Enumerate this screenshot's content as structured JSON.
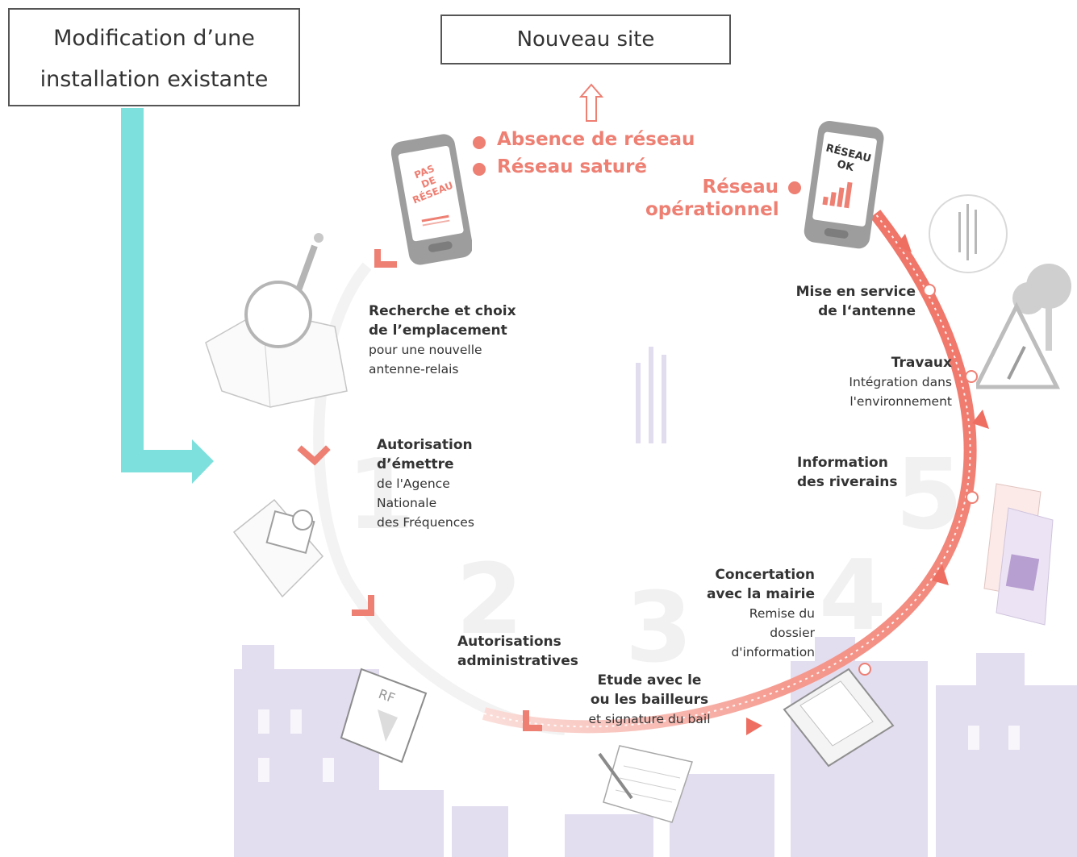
{
  "boxes": {
    "modification_line1": "Modification d’une",
    "modification_line2": "installation existante",
    "new_site": "Nouveau site"
  },
  "phone_left": {
    "screen_line1": "PAS",
    "screen_line2": "DE",
    "screen_line3": "RÉSEAU"
  },
  "phone_right": {
    "screen_line1": "RÉSEAU",
    "screen_line2": "OK"
  },
  "conditions": {
    "absence": "Absence de réseau",
    "sature": "Réseau saturé",
    "operationnel_line1": "Réseau",
    "operationnel_line2": "opérationnel"
  },
  "steps": {
    "recherche": {
      "title_line1": "Recherche et choix",
      "title_line2": "de l’emplacement",
      "desc_line1": "pour une nouvelle",
      "desc_line2": "antenne-relais"
    },
    "autorisation_emettre": {
      "title_line1": "Autorisation",
      "title_line2": "d’émettre",
      "desc_line1": "de l'Agence",
      "desc_line2": "Nationale",
      "desc_line3": "des Fréquences"
    },
    "autorisations_admin": {
      "title_line1": "Autorisations",
      "title_line2": "administratives"
    },
    "etude": {
      "title_line1": "Etude avec le",
      "title_line2": "ou les bailleurs",
      "desc_line1": "et signature du bail"
    },
    "concertation": {
      "title_line1": "Concertation",
      "title_line2": "avec la mairie",
      "desc_line1": "Remise du",
      "desc_line2": "dossier",
      "desc_line3": "d'information"
    },
    "information": {
      "title_line1": "Information",
      "title_line2": "des riverains"
    },
    "travaux": {
      "title_line1": "Travaux",
      "desc_line1": "Intégration dans",
      "desc_line2": "l'environnement"
    },
    "mise_en_service": {
      "title_line1": "Mise en service",
      "title_line2": "de l‘antenne"
    }
  },
  "background_numbers": [
    "1",
    "2",
    "3",
    "4",
    "5"
  ],
  "colors": {
    "teal_arrow": "#7ee0dc",
    "coral": "#ee7f73",
    "coral_light": "#f6b3aa",
    "phone_gray": "#a9a9a9",
    "city_lilac": "#ddd6ec",
    "box_border": "#555555"
  }
}
